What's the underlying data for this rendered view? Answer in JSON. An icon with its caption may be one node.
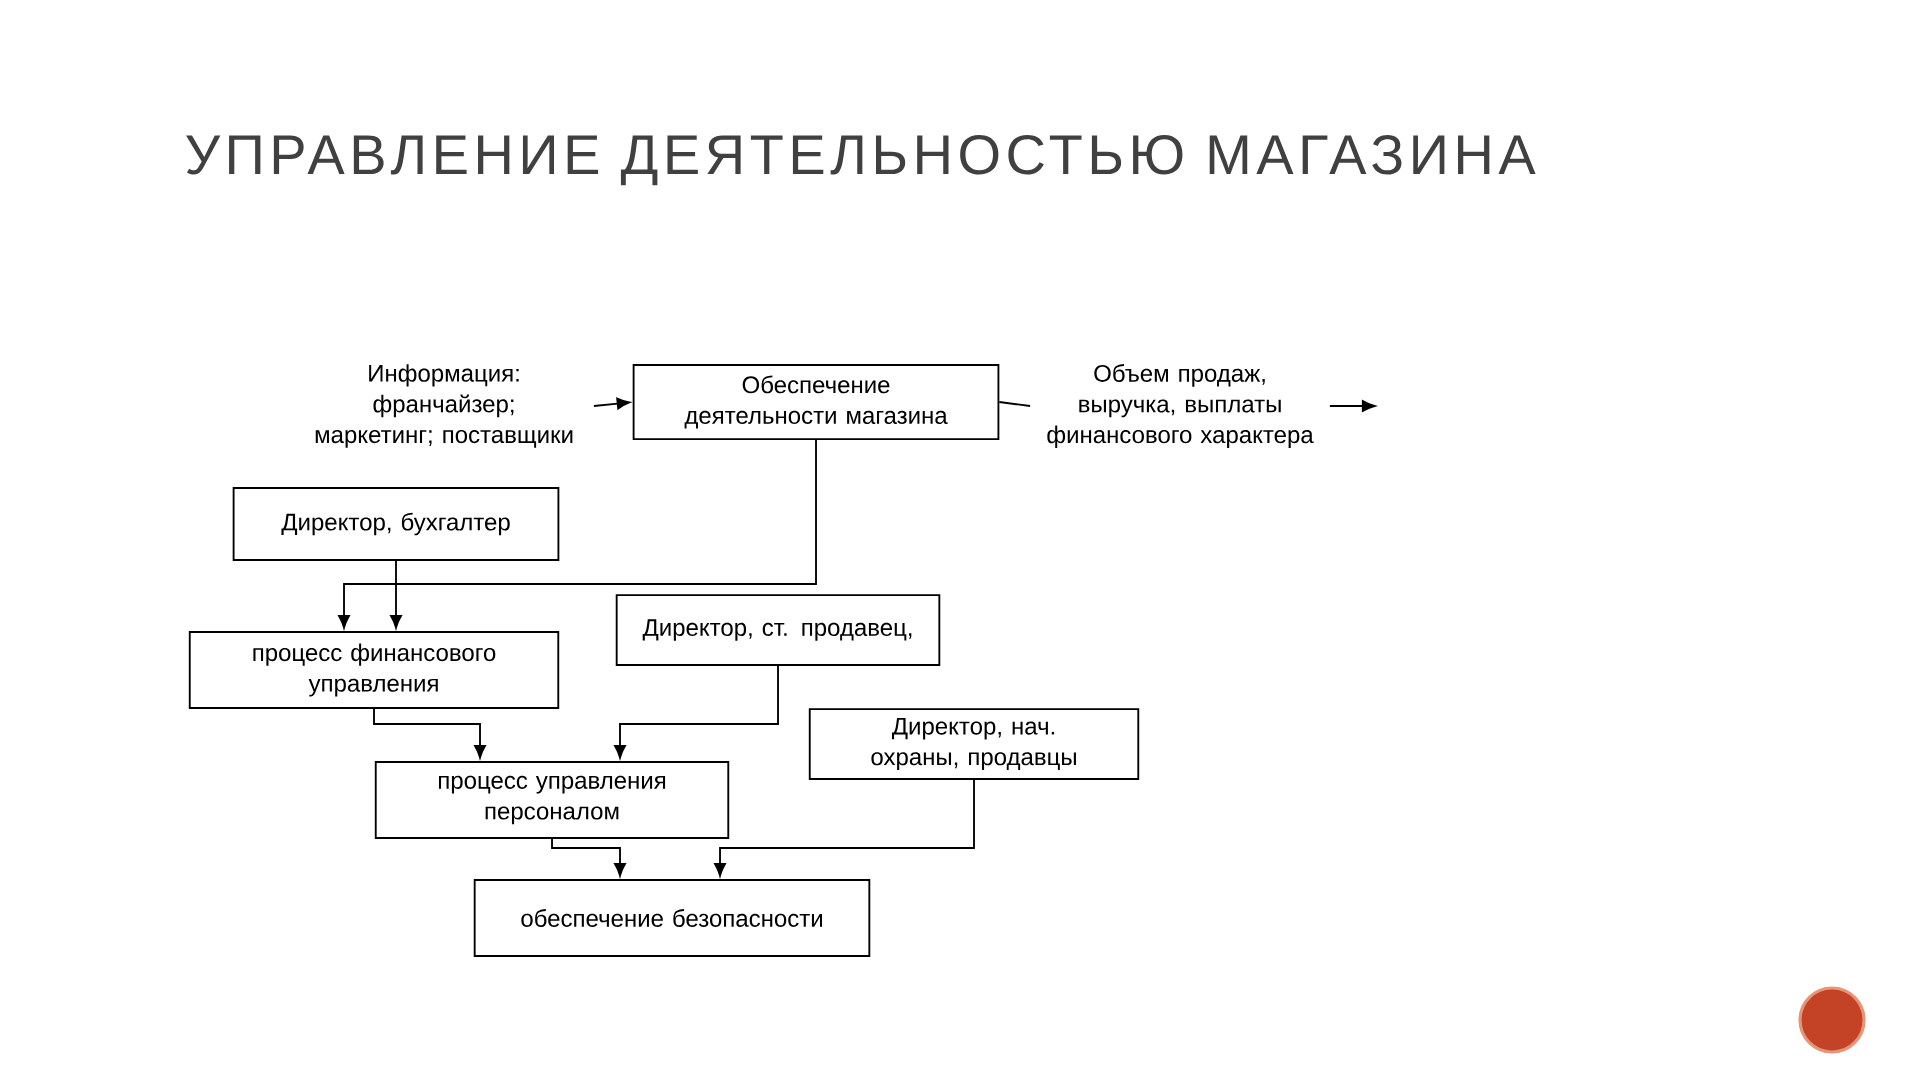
{
  "diagram": {
    "title": "УПРАВЛЕНИЕ ДЕЯТЕЛЬНОСТЬЮ МАГАЗИНА",
    "nodes": [
      {
        "text": [
          "Информация: франчайзер; маркетинг; поставщики"
        ]
      },
      {
        "text": [
          "Обеспечение деятельности магазина"
        ]
      },
      {
        "text": [
          "Объем продаж, выручка, выплаты финансового характера"
        ]
      },
      {
        "text": [
          "Директор, бухгалтер"
        ]
      },
      {
        "text": [
          "процесс финансового управления"
        ]
      },
      {
        "text": [
          "Директор, ст. продавец,"
        ]
      },
      {
        "text": [
          "процесс управления персоналом"
        ]
      },
      {
        "text": [
          "Директор, нач. охраны, продавцы"
        ]
      },
      {
        "text": [
          "обеспечение безопасности"
        ]
      }
    ],
    "edges": [
      {
        "from": 0,
        "to": 1,
        "arrow": "to"
      },
      {
        "from": 1,
        "to": 2,
        "arrow": "none"
      },
      {
        "from": 2,
        "to": null,
        "arrow": "to"
      },
      {
        "from": 1,
        "to": 4,
        "arrow": "to"
      },
      {
        "from": 3,
        "to": 4,
        "arrow": "to"
      },
      {
        "from": 4,
        "to": 6,
        "arrow": "to"
      },
      {
        "from": 5,
        "to": 6,
        "arrow": "to"
      },
      {
        "from": 6,
        "to": 8,
        "arrow": "to"
      },
      {
        "from": 7,
        "to": 8,
        "arrow": "to"
      }
    ]
  }
}
